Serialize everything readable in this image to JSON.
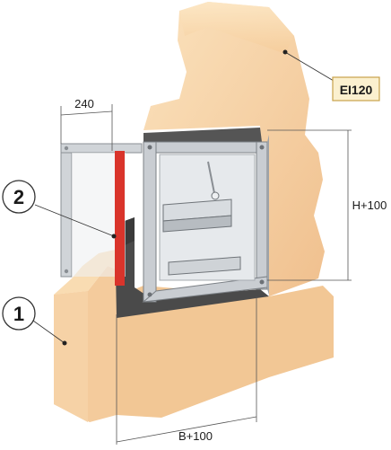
{
  "callouts": [
    {
      "number": "1"
    },
    {
      "number": "2"
    }
  ],
  "rating_label": "EI120",
  "dimensions": {
    "depth": "240",
    "height": "H+100",
    "width": "B+100"
  },
  "colors": {
    "wall": "#f3c999",
    "wall_light": "#f9ddb5",
    "wall_dark": "#e8b585",
    "gray_fill": "#4a4a4a",
    "frame": "#c8ccd0",
    "bar": "#d9342b",
    "rating_box_bg": "#fbf0cf",
    "rating_box_border": "#c9a24a"
  }
}
